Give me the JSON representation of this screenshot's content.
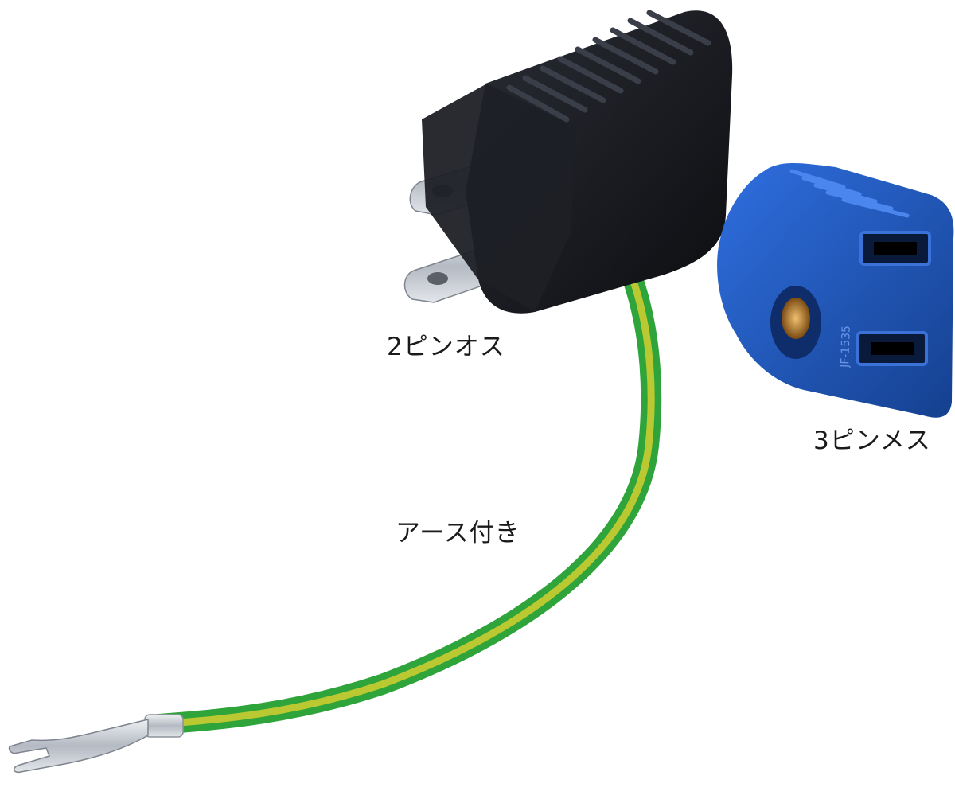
{
  "labels": {
    "plug": "2ピンオス",
    "socket": "3ピンメス",
    "earth": "アース付き"
  },
  "colors": {
    "background": "#ffffff",
    "plug_body": "#16181d",
    "socket_body": "#1f57c4",
    "wire_green": "#34b233",
    "wire_yellow": "#d8d42a",
    "metal": "#c9ced6"
  },
  "embossed": {
    "socket_mark": "JF-1535"
  }
}
